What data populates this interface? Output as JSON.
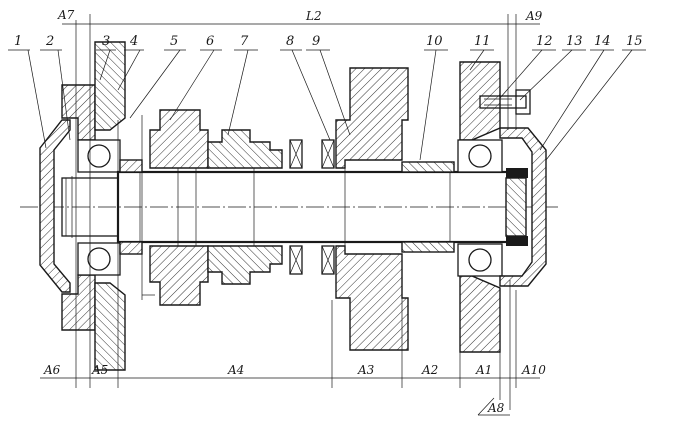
{
  "drawing": {
    "part_labels": [
      "1",
      "2",
      "3",
      "4",
      "5",
      "6",
      "7",
      "8",
      "9",
      "10",
      "11",
      "12",
      "13",
      "14",
      "15"
    ],
    "dimensions": {
      "A7": "A7",
      "L": "L2",
      "A9": "A9",
      "A6": "A6",
      "A5": "A5",
      "A4": "A4",
      "A3": "A3",
      "A2": "A2",
      "A1": "A1",
      "A10": "A10",
      "A8": "A8"
    }
  }
}
